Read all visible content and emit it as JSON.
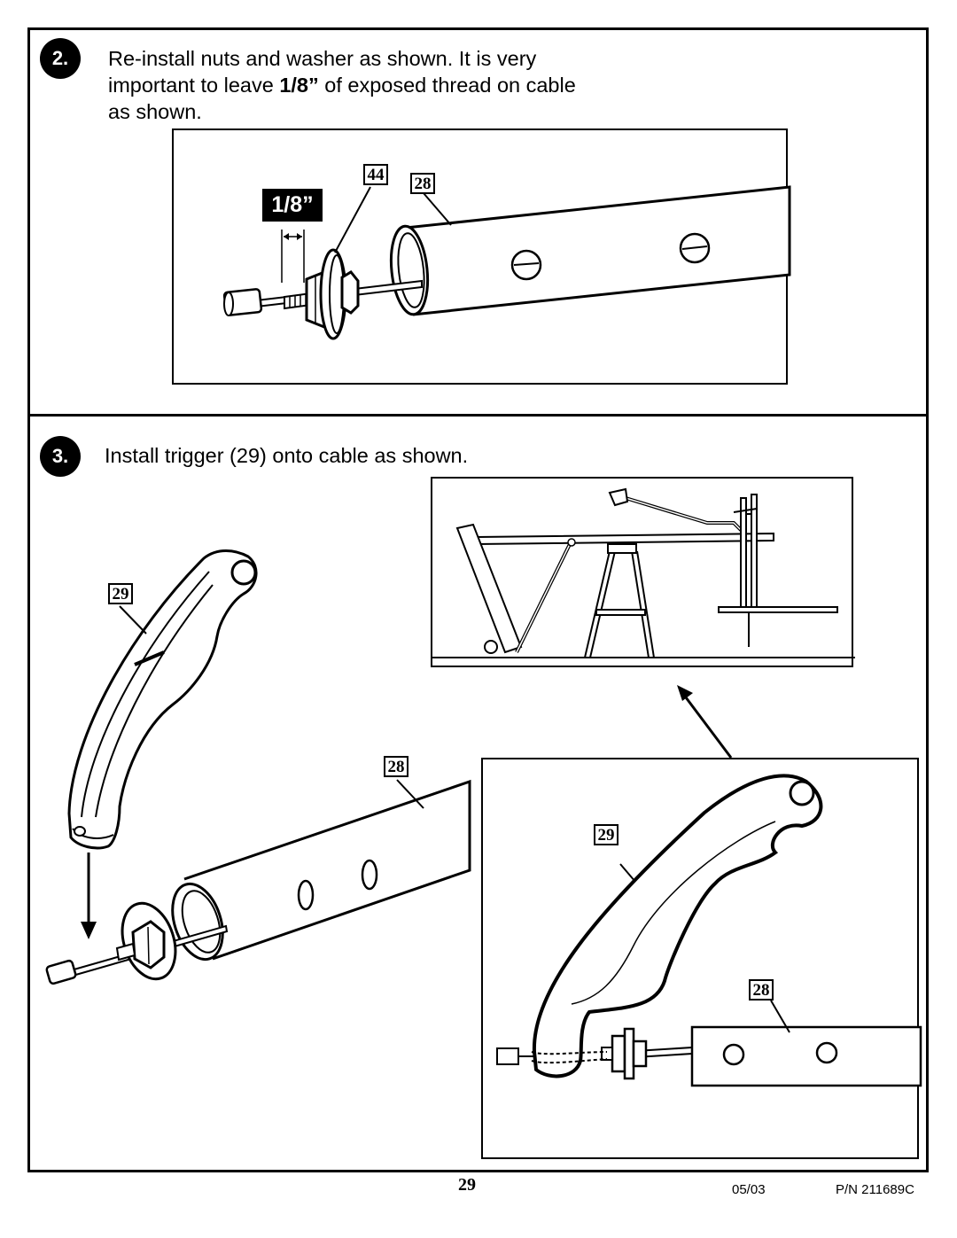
{
  "steps": [
    {
      "number": "2.",
      "line1": "Re-install nuts and washer as shown. It is very",
      "line2_before": "important to leave ",
      "line2_bold": "1/8”",
      "line2_after": " of exposed thread on cable",
      "line3": "as shown."
    },
    {
      "number": "3.",
      "line1": "Install trigger (29) onto cable as shown."
    }
  ],
  "step2_figure": {
    "dimension_label": "1/8”",
    "callouts": [
      "44",
      "28"
    ]
  },
  "step3_figure": {
    "callouts": [
      "29",
      "28",
      "29",
      "28"
    ]
  },
  "footer": {
    "page_number": "29",
    "date": "05/03",
    "part_number": "P/N 211689C"
  }
}
